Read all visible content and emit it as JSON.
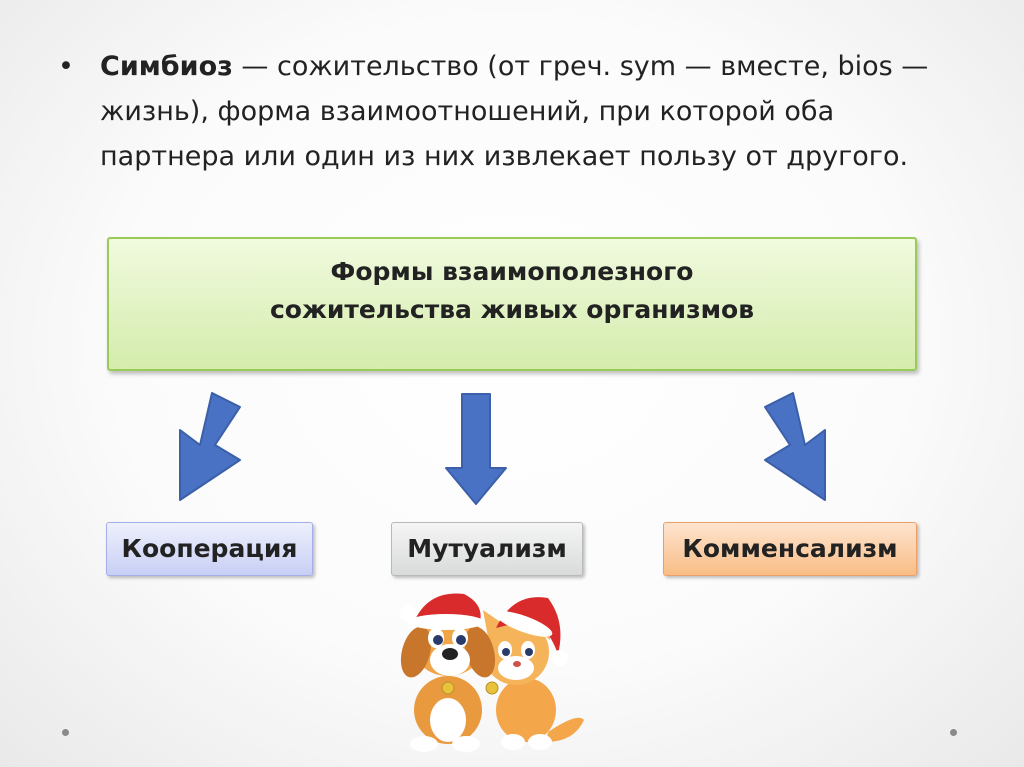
{
  "definition": {
    "term": "Симбиоз",
    "text": " — сожительство (от греч. sym — вместе, bios —\n  жизнь), форма взаимоотношений, при которой оба\nпартнера или один из них извлекает пользу от другого."
  },
  "main_box": {
    "title": "Формы взаимополезного\nсожительства живых организмов"
  },
  "categories": [
    {
      "label": "Кооперация",
      "color": "#c8cff5"
    },
    {
      "label": "Мутуализм",
      "color": "#d9dbdb"
    },
    {
      "label": "Комменсализм",
      "color": "#f9bd86"
    }
  ],
  "arrow_color": "#4a72c4",
  "illustration": "dog-and-cat-in-santa-hats"
}
